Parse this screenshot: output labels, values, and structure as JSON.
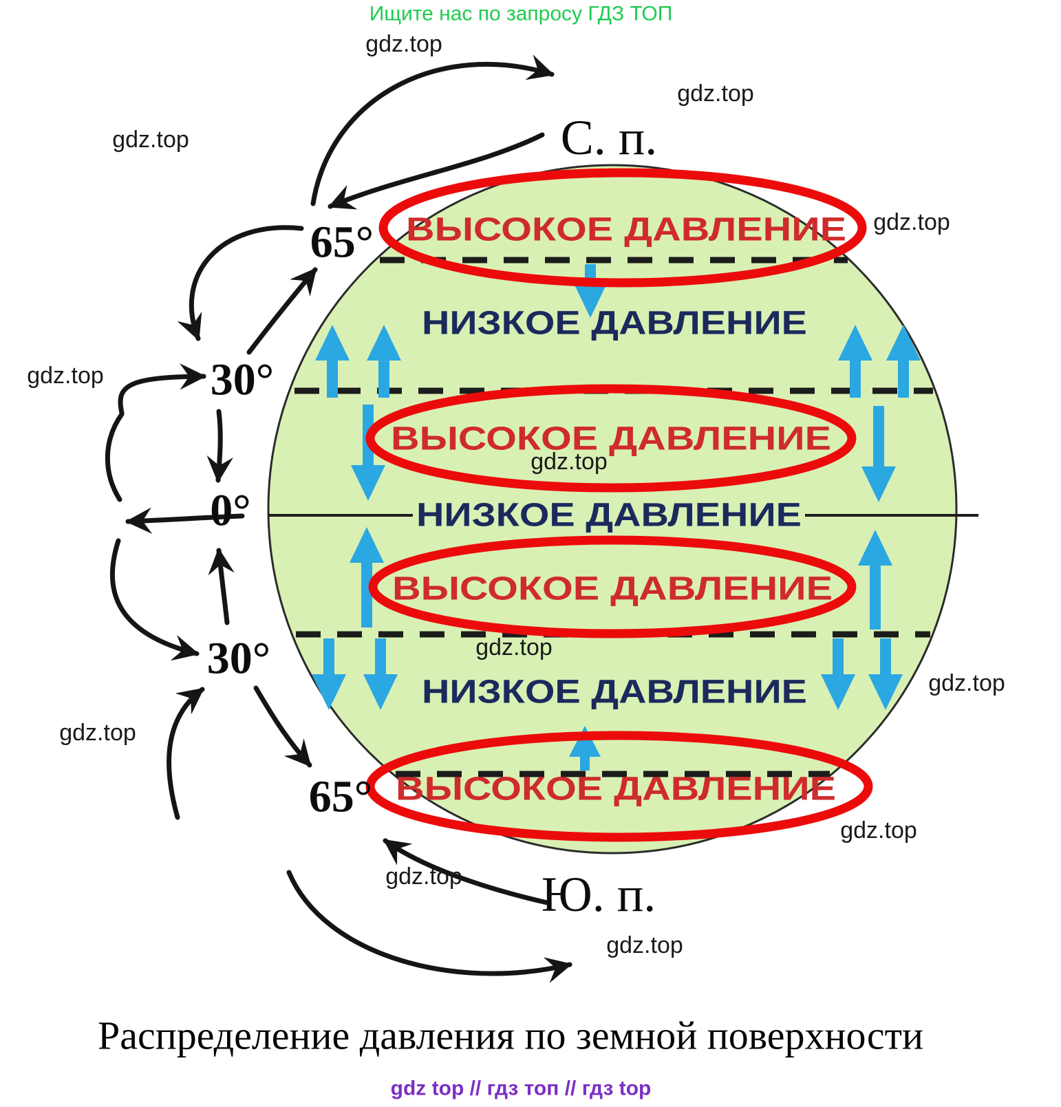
{
  "header": {
    "promo": "Ищите нас по запросу ГДЗ ТОП"
  },
  "watermark": "gdz.top",
  "diagram": {
    "pole_north": "С. п.",
    "pole_south": "Ю. п.",
    "latitudes": [
      "65°",
      "30°",
      "0°",
      "30°",
      "65°"
    ],
    "high_pressure": "ВЫСОКОЕ ДАВЛЕНИЕ",
    "low_pressure": "НИЗКОЕ ДАВЛЕНИЕ"
  },
  "caption": "Распределение давления по земной поверхности",
  "footer": "gdz top  //  гдз топ  //  гдз top",
  "colors": {
    "promo_green": "#1ecb4f",
    "globe_fill": "#d9f0b4",
    "globe_stroke": "#2b2b2b",
    "ellipse_red": "#ec0b0b",
    "text_red": "#cf2b2b",
    "text_navy": "#1b2a5c",
    "arrow_blue": "#2ba7e2",
    "footer_purple": "#7c2fc4"
  }
}
